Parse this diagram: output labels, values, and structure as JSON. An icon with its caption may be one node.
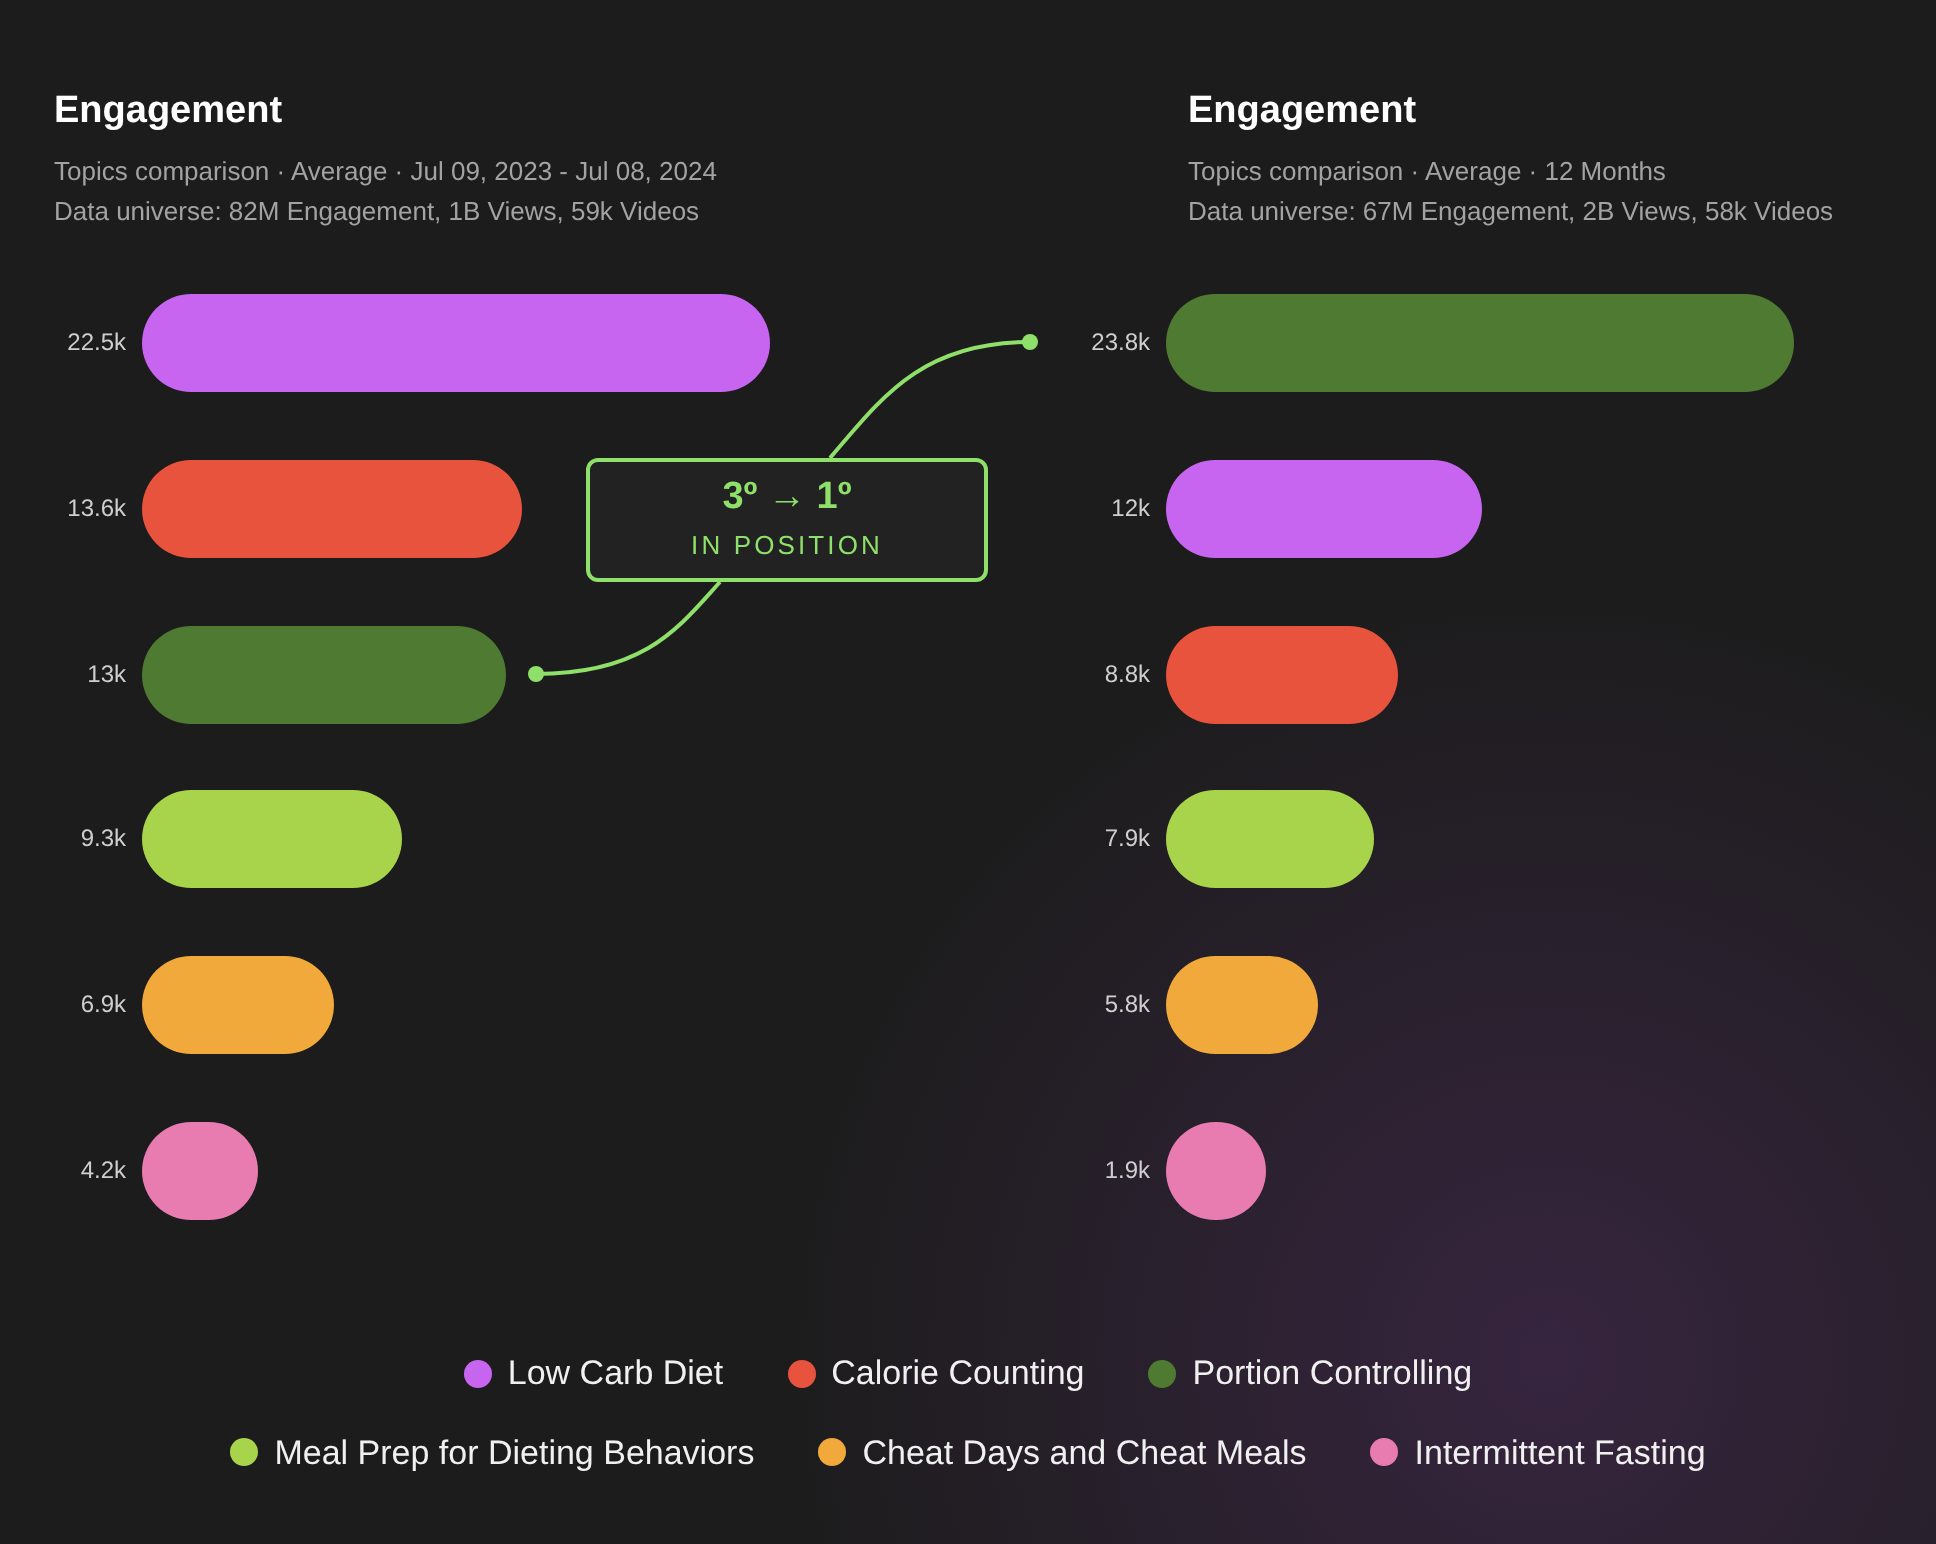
{
  "diagram": {
    "nodes": [
      {
        "text": [],
        "shape": "bar",
        "beside": [
          "22.5k"
        ]
      },
      {
        "text": [],
        "shape": "bar",
        "beside": [
          "13.6k"
        ]
      },
      {
        "text": [],
        "shape": "bar",
        "beside": [
          "13k"
        ]
      },
      {
        "text": [],
        "shape": "bar",
        "beside": [
          "9.3k"
        ]
      },
      {
        "text": [],
        "shape": "bar",
        "beside": [
          "6.9k"
        ]
      },
      {
        "text": [],
        "shape": "bar",
        "beside": [
          "4.2k"
        ]
      },
      {
        "text": [],
        "shape": "bar",
        "beside": [
          "23.8k"
        ]
      },
      {
        "text": [],
        "shape": "bar",
        "beside": [
          "12k"
        ]
      },
      {
        "text": [],
        "shape": "bar",
        "beside": [
          "8.8k"
        ]
      },
      {
        "text": [],
        "shape": "bar",
        "beside": [
          "7.9k"
        ]
      },
      {
        "text": [],
        "shape": "bar",
        "beside": [
          "5.8k"
        ]
      },
      {
        "text": [],
        "shape": "bar",
        "beside": [
          "1.9k"
        ]
      },
      {
        "text": [
          "3º → 1º",
          "IN POSITION"
        ]
      }
    ],
    "edges": [
      {
        "from": 2,
        "to": 12,
        "arrow": "other"
      },
      {
        "from": 6,
        "to": 12,
        "arrow": "other"
      }
    ],
    "labels": [
      "Engagement",
      "Topics comparison · Average · Jul 09, 2023 - Jul 08, 2024",
      "Data universe: 82M Engagement, 1B Views, 59k Videos",
      "Engagement",
      "Topics comparison · Average · 12 Months",
      "Data universe: 67M Engagement, 2B Views, 58k Videos"
    ],
    "legend": [
      {
        "text": "Low Carb Diet",
        "color": "#c865f0"
      },
      {
        "text": "Calorie Counting",
        "color": "#e8533d"
      },
      {
        "text": "Portion Controlling",
        "color": "#4e7a32"
      },
      {
        "text": "Meal Prep for Dieting Behaviors",
        "color": "#a8d44c"
      },
      {
        "text": "Cheat Days and Cheat Meals",
        "color": "#f2a93b"
      },
      {
        "text": "Intermittent Fasting",
        "color": "#e87bb0"
      }
    ]
  }
}
